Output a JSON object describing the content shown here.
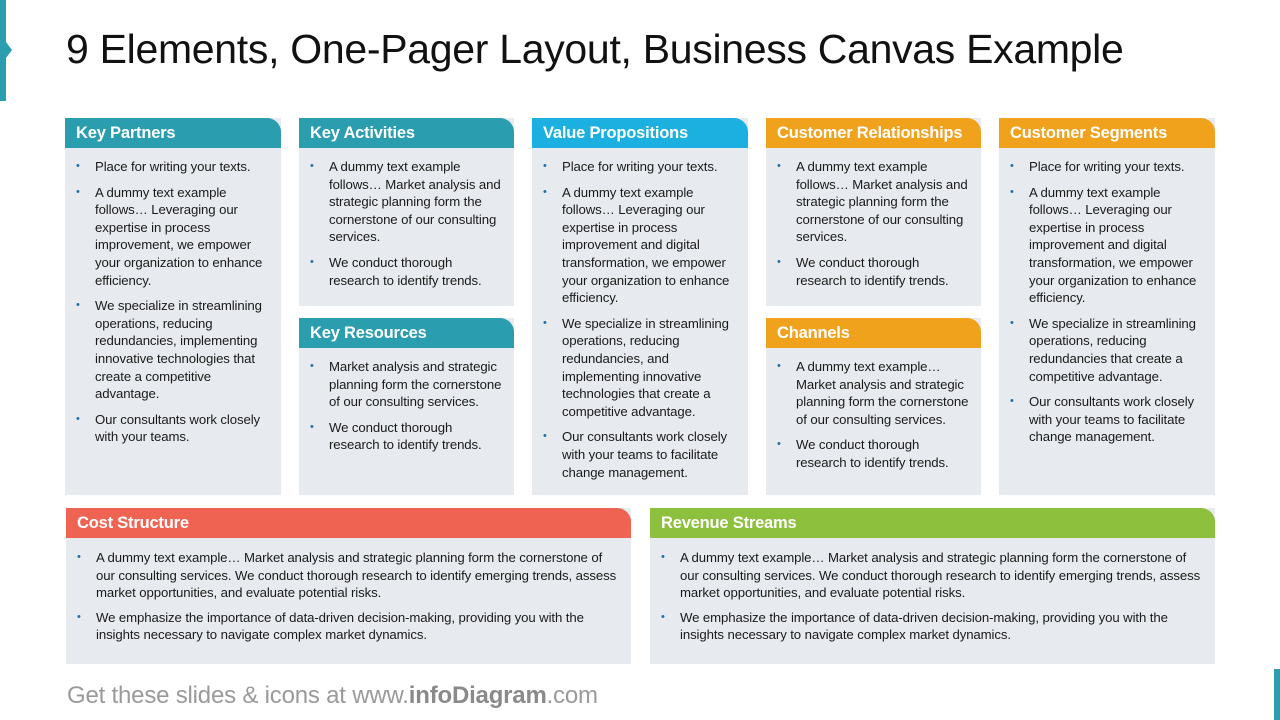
{
  "slide": {
    "title": "9 Elements, One-Pager Layout, Business Canvas Example",
    "colors": {
      "teal": "#2A9DAF",
      "cyan": "#1BB0E0",
      "orange": "#F0A21D",
      "red": "#EE6352",
      "green": "#8DC03C",
      "card_bg": "#E7EAEE",
      "bullet": "#1F6FA8"
    }
  },
  "cards": {
    "key_partners": {
      "title": "Key Partners",
      "items": [
        "Place for writing your texts.",
        "A dummy text example follows… Leveraging our expertise in process improvement, we empower your organization to enhance efficiency.",
        "We specialize in streamlining operations, reducing redundancies, implementing innovative technologies that create a competitive advantage.",
        "Our consultants work closely with your teams."
      ]
    },
    "key_activities": {
      "title": "Key Activities",
      "items": [
        "A dummy text example follows… Market analysis and strategic planning form the cornerstone of our consulting services.",
        "We conduct thorough research to identify trends."
      ]
    },
    "key_resources": {
      "title": "Key Resources",
      "items": [
        "Market analysis and strategic planning form the cornerstone of our consulting services.",
        "We conduct thorough research to identify trends."
      ]
    },
    "value_propositions": {
      "title": "Value Propositions",
      "items": [
        "Place for writing your texts.",
        "A dummy text example follows… Leveraging our expertise in process improvement and digital transformation, we empower your organization to enhance efficiency.",
        "We specialize in streamlining operations, reducing redundancies, and implementing innovative technologies that create a competitive advantage.",
        "Our consultants work closely with your teams to facilitate change management."
      ]
    },
    "customer_relationships": {
      "title": "Customer Relationships",
      "items": [
        "A dummy text example follows… Market analysis and strategic planning form the cornerstone of our consulting services.",
        "We conduct thorough research to identify trends."
      ]
    },
    "channels": {
      "title": "Channels",
      "items": [
        "A dummy text example… Market analysis and strategic planning form the cornerstone of our consulting services.",
        "We conduct thorough research to identify trends."
      ]
    },
    "customer_segments": {
      "title": "Customer Segments",
      "items": [
        "Place for writing your texts.",
        "A dummy text example follows… Leveraging our expertise in process improvement and digital transformation, we empower your organization to enhance efficiency.",
        "We specialize in streamlining operations, reducing redundancies that create a competitive advantage.",
        "Our consultants work closely with your teams to facilitate change management."
      ]
    },
    "cost_structure": {
      "title": "Cost Structure",
      "items": [
        "A dummy text example… Market analysis and strategic planning form the cornerstone of our consulting services. We conduct thorough research to identify emerging trends, assess market opportunities, and evaluate potential risks.",
        "We emphasize the importance of data-driven decision-making, providing you with the insights necessary to navigate complex market dynamics."
      ]
    },
    "revenue_streams": {
      "title": "Revenue Streams",
      "items": [
        "A dummy text example… Market analysis and strategic planning form the cornerstone of our consulting services. We conduct thorough research to identify emerging trends, assess market opportunities, and evaluate potential risks.",
        "We emphasize the importance of data-driven decision-making, providing you with the insights necessary to navigate complex market dynamics."
      ]
    }
  },
  "footer": {
    "prefix": "Get these slides & icons at www.",
    "brand": "infoDiagram",
    "suffix": ".com"
  }
}
